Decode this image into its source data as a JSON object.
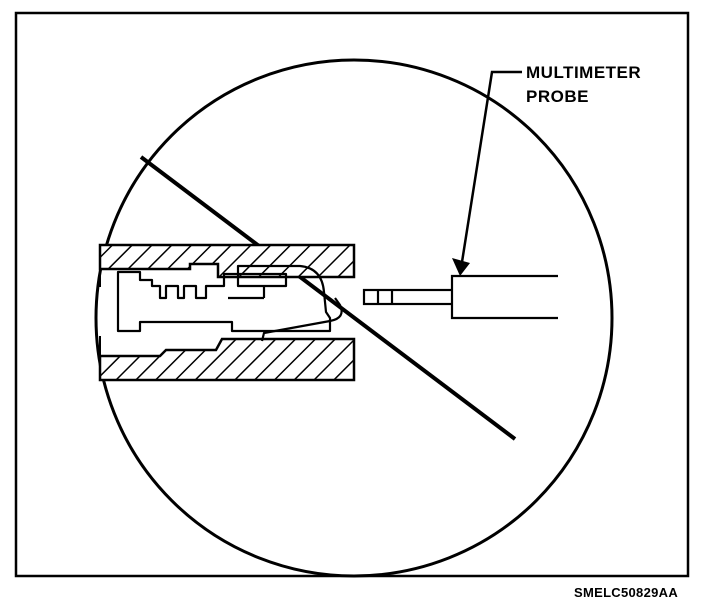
{
  "callout": {
    "line1": "MULTIMETER",
    "line2": "PROBE"
  },
  "figure_code": "SMELC50829AA",
  "colors": {
    "ink": "#000000",
    "paper": "#ffffff"
  },
  "symbols": {
    "prohibition": "prohibition-circle-slash-icon"
  }
}
